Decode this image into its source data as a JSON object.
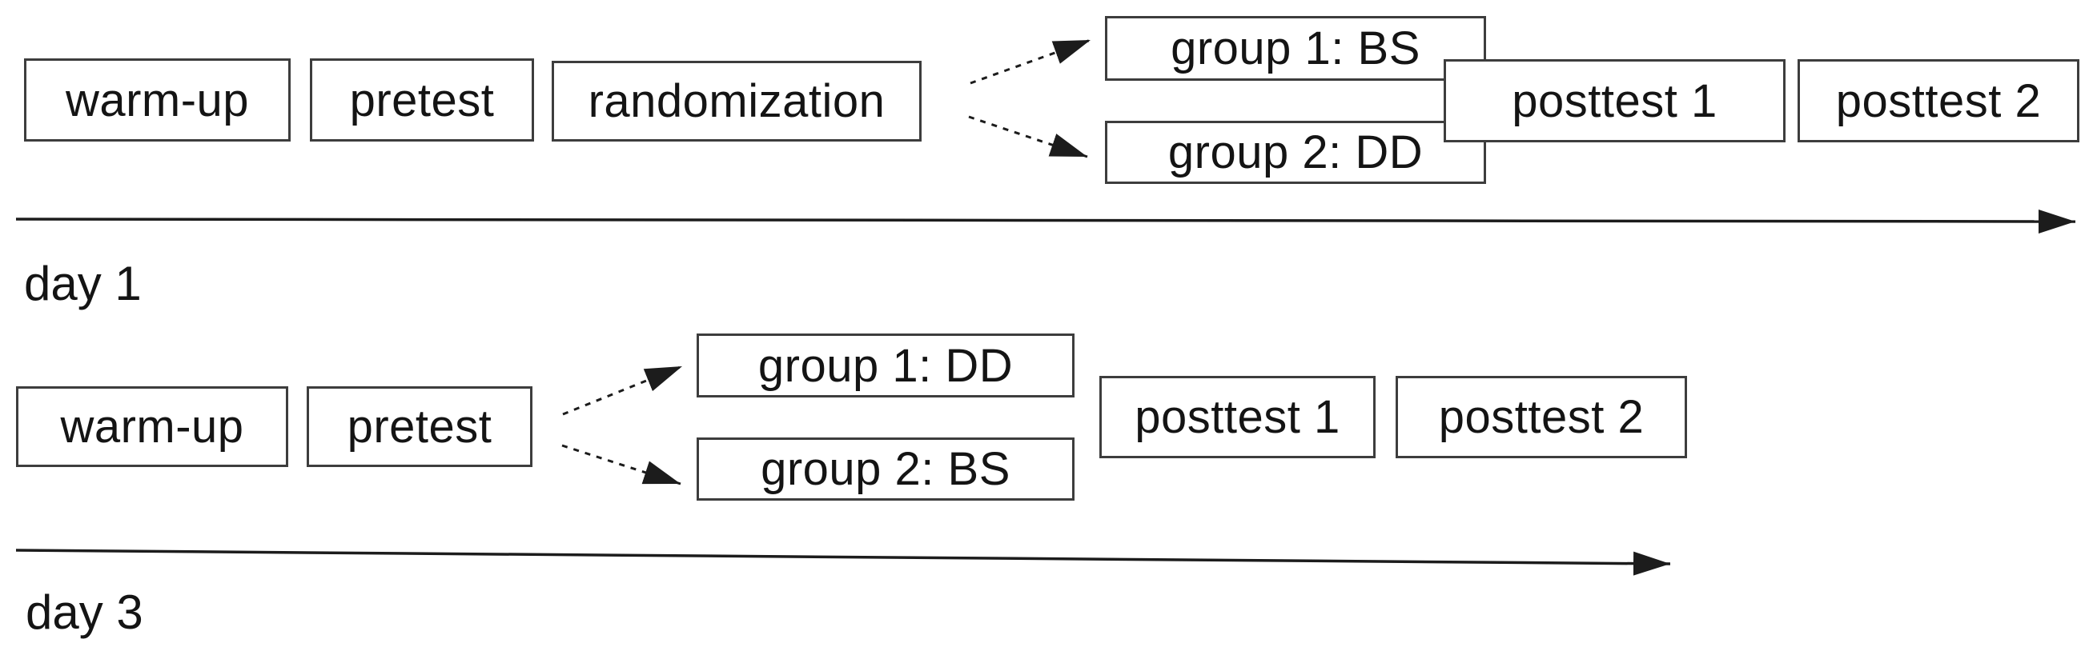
{
  "diagram_title": "experiment timeline flow diagram",
  "colors": {
    "background": "#ffffff",
    "box_border": "#3d3d3d",
    "text": "#141414",
    "arrow": "#1c1c1c"
  },
  "day1": {
    "label": "day 1",
    "warm_up": "warm-up",
    "pretest": "pretest",
    "randomization": "randomization",
    "group1": "group 1: BS",
    "group2": "group 2: DD",
    "posttest1": "posttest 1",
    "posttest2": "posttest 2"
  },
  "day3": {
    "label": "day 3",
    "warm_up": "warm-up",
    "pretest": "pretest",
    "group1": "group 1: DD",
    "group2": "group 2: BS",
    "posttest1": "posttest 1",
    "posttest2": "posttest 2"
  }
}
